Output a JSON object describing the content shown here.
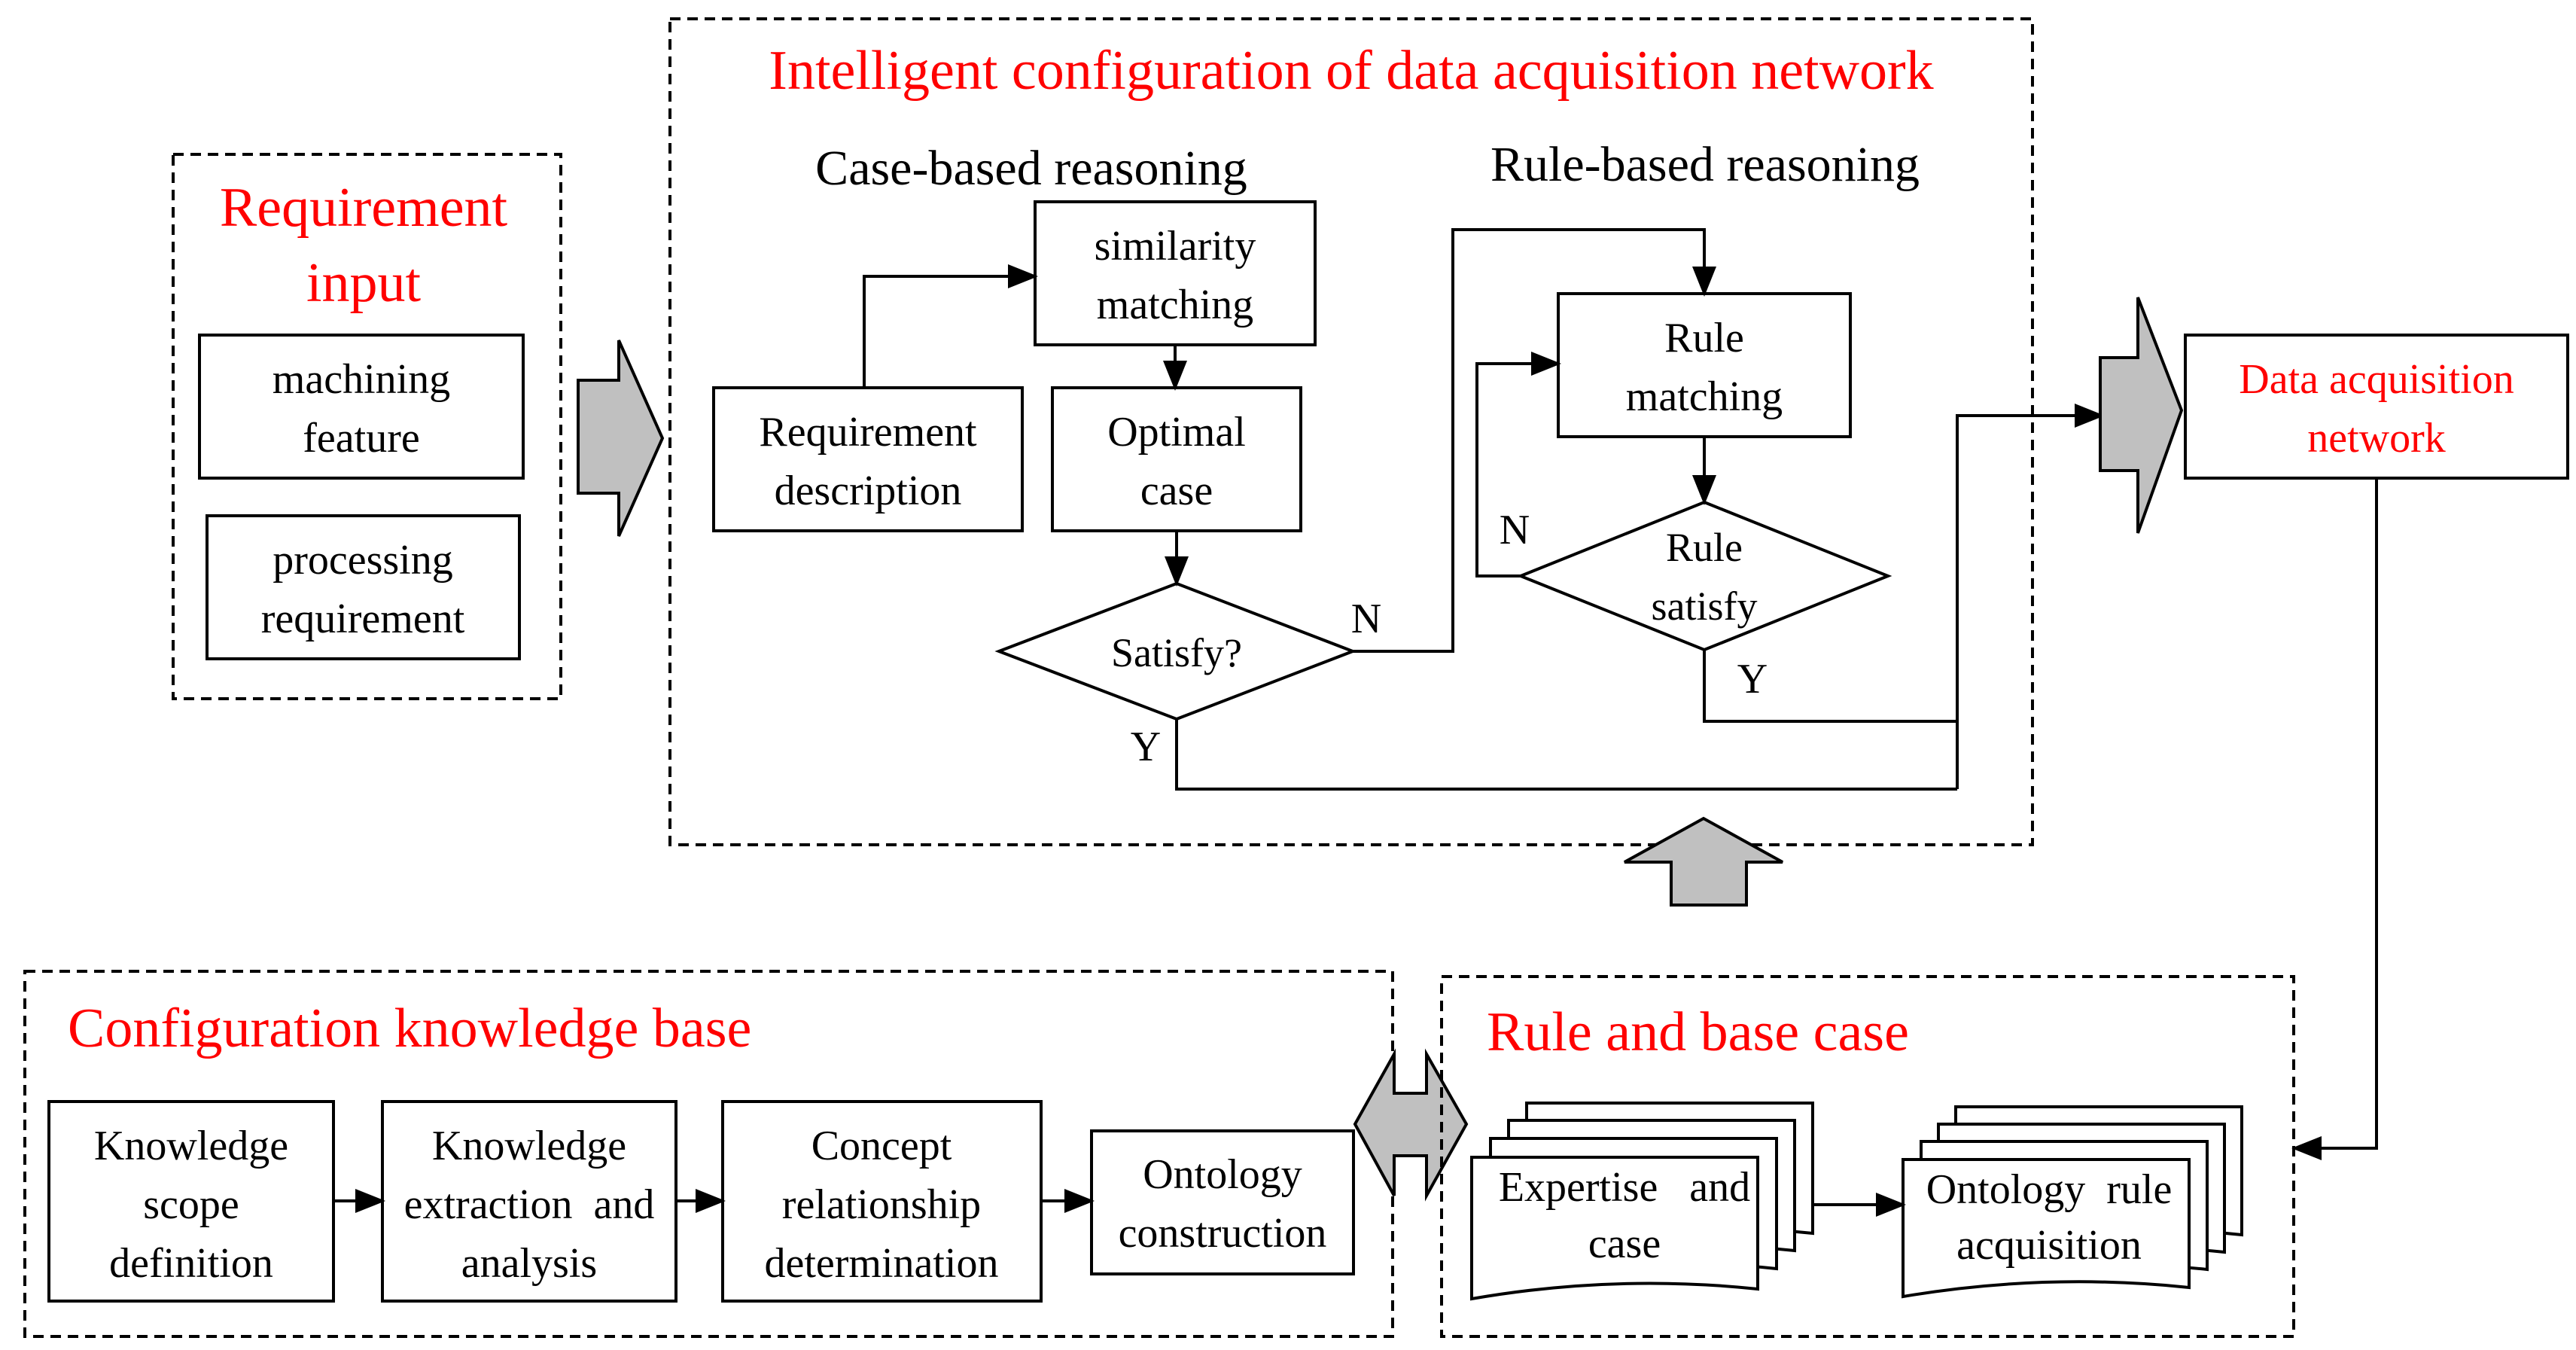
{
  "requirement_input": {
    "title_line1": "Requirement",
    "title_line2": "input",
    "feature": {
      "line1": "machining",
      "line2": "feature"
    },
    "processing": {
      "line1": "processing",
      "line2": "requirement"
    }
  },
  "configuration": {
    "title": "Intelligent configuration of data acquisition network",
    "case_based": {
      "heading": "Case-based reasoning",
      "similarity": {
        "line1": "similarity",
        "line2": "matching"
      },
      "requirement_description": {
        "line1": "Requirement",
        "line2": "description"
      },
      "optimal_case": {
        "line1": "Optimal",
        "line2": "case"
      },
      "satisfy": "Satisfy?",
      "no_label": "N",
      "yes_label": "Y"
    },
    "rule_based": {
      "heading": "Rule-based reasoning",
      "rule_matching": {
        "line1": "Rule",
        "line2": "matching"
      },
      "rule_satisfy": {
        "line1": "Rule",
        "line2": "satisfy"
      },
      "no_label": "N",
      "yes_label": "Y"
    }
  },
  "output": {
    "line1": "Data acquisition",
    "line2": "network"
  },
  "knowledge_base": {
    "title": "Configuration knowledge base",
    "steps": [
      {
        "line1": "Knowledge",
        "line2": "scope",
        "line3": "definition"
      },
      {
        "line1": "Knowledge",
        "line2": "extraction  and",
        "line3": "analysis"
      },
      {
        "line1": "Concept",
        "line2": "relationship",
        "line3": "determination"
      },
      {
        "line1": "Ontology",
        "line2": "construction"
      }
    ]
  },
  "rule_base": {
    "title": "Rule and base case",
    "expertise": {
      "line1": "Expertise   and",
      "line2": "case"
    },
    "ontology_rule": {
      "line1": "Ontology  rule",
      "line2": "acquisition"
    }
  },
  "colors": {
    "title_red": "#ff0000",
    "arrow_grey": "#c0c0c0"
  }
}
